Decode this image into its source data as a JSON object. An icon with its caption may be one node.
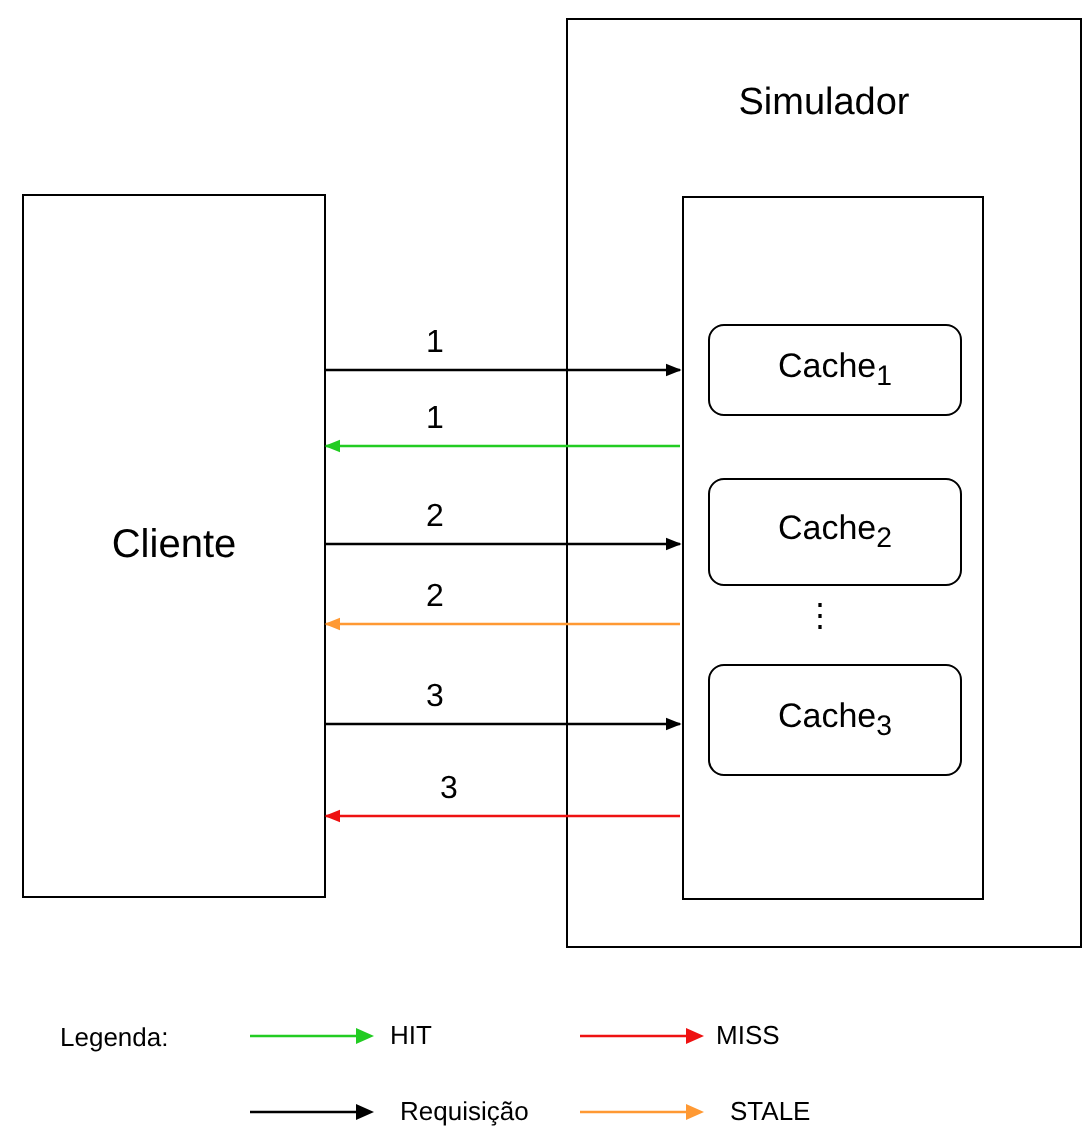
{
  "diagram": {
    "nodes": [
      {
        "text": [
          "Cliente"
        ]
      },
      {
        "text": [
          "Simulador"
        ]
      },
      {
        "text": [],
        "shape": "box",
        "in": 1
      },
      {
        "text": [
          "Cache$_{1}$"
        ],
        "in": 2
      },
      {
        "text": [
          "Cache$_{2}$"
        ],
        "in": 2
      },
      {
        "text": [
          "Cache$_{3}$"
        ],
        "in": 2
      }
    ],
    "edges": [
      {
        "from": 0,
        "to": 2,
        "arrow": "to",
        "label": "1"
      },
      {
        "from": 2,
        "to": 0,
        "arrow": "to",
        "label": "1",
        "color": "#22cc22"
      },
      {
        "from": 0,
        "to": 2,
        "arrow": "to",
        "label": "2"
      },
      {
        "from": 2,
        "to": 0,
        "arrow": "to",
        "label": "2",
        "color": "#ff9933"
      },
      {
        "from": 0,
        "to": 2,
        "arrow": "to",
        "label": "3"
      },
      {
        "from": 2,
        "to": 0,
        "arrow": "to",
        "label": "3",
        "color": "#ee1111"
      }
    ],
    "labels": [
      "⋮",
      "Legenda:"
    ],
    "legend": [
      {
        "text": "HIT",
        "color": "#22cc22"
      },
      {
        "text": "MISS",
        "color": "#ee1111"
      },
      {
        "text": "Requisição",
        "color": "#000000"
      },
      {
        "text": "STALE",
        "color": "#ff9933"
      }
    ]
  }
}
